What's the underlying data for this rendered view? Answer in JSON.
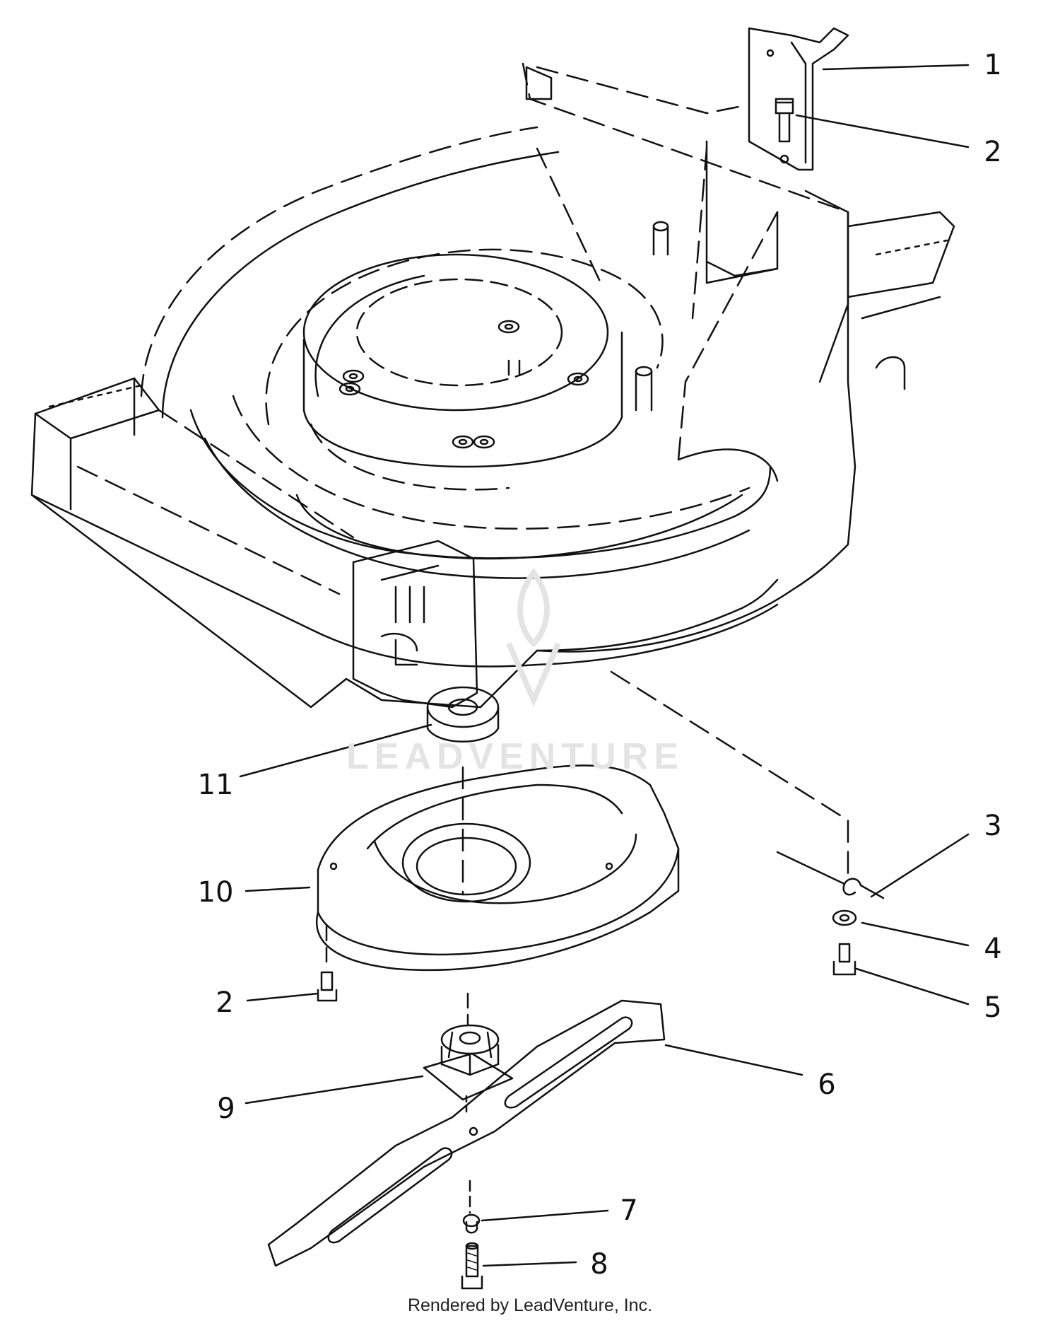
{
  "callouts": [
    {
      "id": "c1",
      "label": "1"
    },
    {
      "id": "c2a",
      "label": "2"
    },
    {
      "id": "c3",
      "label": "3"
    },
    {
      "id": "c4",
      "label": "4"
    },
    {
      "id": "c5",
      "label": "5"
    },
    {
      "id": "c6",
      "label": "6"
    },
    {
      "id": "c7",
      "label": "7"
    },
    {
      "id": "c8",
      "label": "8"
    },
    {
      "id": "c9",
      "label": "9"
    },
    {
      "id": "c10",
      "label": "10"
    },
    {
      "id": "c11",
      "label": "11"
    },
    {
      "id": "c2b",
      "label": "2"
    }
  ],
  "watermark": "LEADVENTURE",
  "footer": "Rendered by LeadVenture, Inc.",
  "colors": {
    "line": "#111111",
    "watermark": "#e4e4e4",
    "background": "#ffffff"
  }
}
